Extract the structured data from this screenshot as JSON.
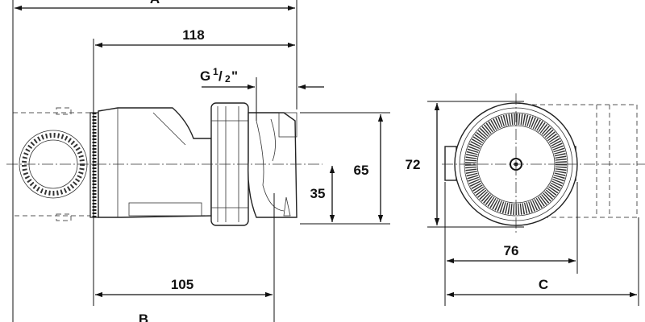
{
  "dimensions": {
    "a": "A",
    "d118": "118",
    "thread": {
      "main": "G",
      "num": "1",
      "den": "2",
      "inch": "\""
    },
    "d65": "65",
    "d35": "35",
    "d72": "72",
    "d76": "76",
    "d105": "105",
    "b": "B",
    "c": "C"
  }
}
